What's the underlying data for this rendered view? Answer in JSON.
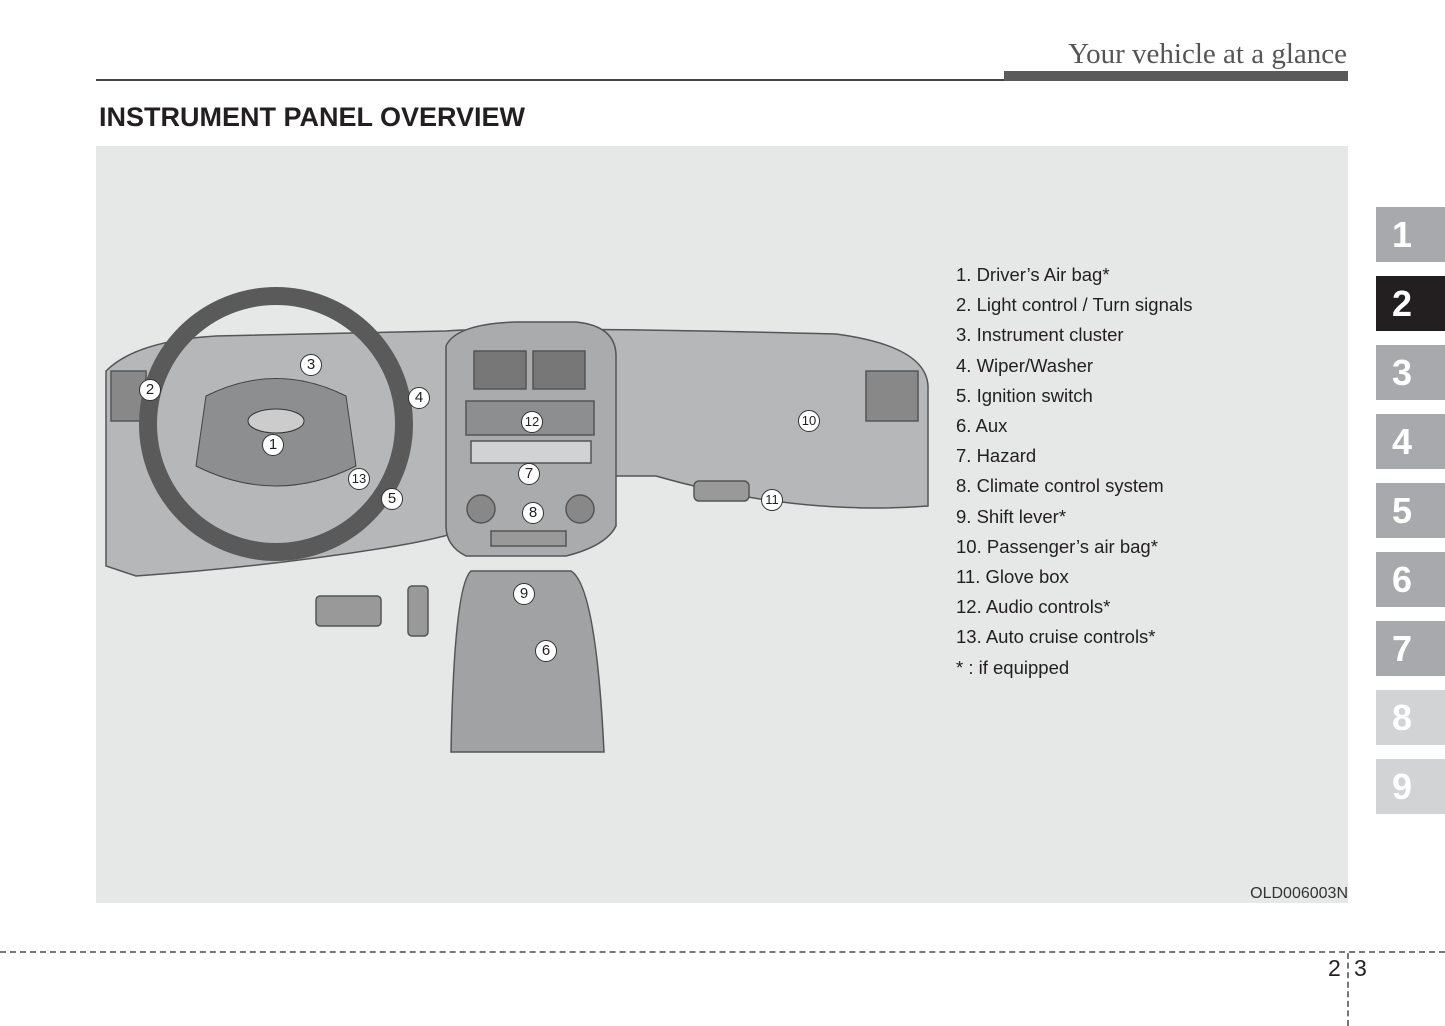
{
  "header": {
    "section_title": "Your vehicle at a glance"
  },
  "page_title": "INSTRUMENT PANEL OVERVIEW",
  "figure": {
    "code": "OLD006003N",
    "callouts": [
      "1",
      "2",
      "3",
      "4",
      "5",
      "6",
      "7",
      "8",
      "9",
      "10",
      "11",
      "12",
      "13"
    ],
    "legend": [
      "1. Driver’s Air bag*",
      "2. Light control / Turn signals",
      "3. Instrument cluster",
      "4. Wiper/Washer",
      "5. Ignition switch",
      "6. Aux",
      "7. Hazard",
      "8. Climate control system",
      "9. Shift lever*",
      "10. Passenger’s air bag*",
      "11. Glove box",
      "12. Audio controls*",
      "13. Auto cruise controls*",
      "* : if equipped"
    ]
  },
  "chapter_tabs": [
    "1",
    "2",
    "3",
    "4",
    "5",
    "6",
    "7",
    "8",
    "9"
  ],
  "active_tab": "2",
  "footer": {
    "page_chapter": "2",
    "page_number": "3"
  }
}
